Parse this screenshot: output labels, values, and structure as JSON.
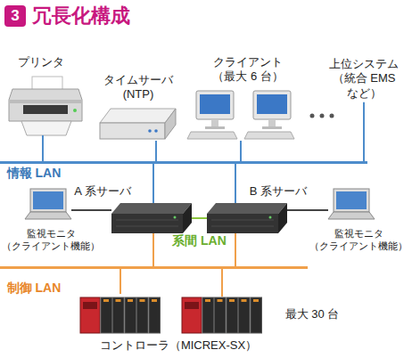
{
  "diagram": {
    "title": "冗長化構成",
    "nodes": [
      {
        "text": [
          "プリンタ"
        ]
      },
      {
        "text": [
          "タイムサーバ (NTP)"
        ]
      },
      {
        "text": [
          "クライアント （最大 6 台）"
        ]
      },
      {
        "text": [
          "上位システム （統合 EMS など）"
        ]
      },
      {
        "text": [
          "情報 LAN"
        ]
      },
      {
        "text": [
          "A 系サーバ"
        ]
      },
      {
        "text": [
          "B 系サーバ"
        ]
      },
      {
        "text": [
          "監視モニタ （クライアント機能）"
        ]
      },
      {
        "text": [
          "監視モニタ （クライアント機能）"
        ]
      },
      {
        "text": [
          "制御 LAN"
        ]
      },
      {
        "text": [
          "コントローラ（MICREX-SX）",
          "最大 30 台"
        ]
      }
    ],
    "edges": [
      {
        "from": 0,
        "to": 4,
        "arrow": "none"
      },
      {
        "from": 1,
        "to": 4,
        "arrow": "none"
      },
      {
        "from": 2,
        "to": 4,
        "arrow": "none"
      },
      {
        "from": 3,
        "to": 4,
        "arrow": "none"
      },
      {
        "from": 5,
        "to": 4,
        "arrow": "none"
      },
      {
        "from": 6,
        "to": 4,
        "arrow": "none"
      },
      {
        "from": 5,
        "to": 6,
        "label": "系間 LAN",
        "arrow": "none"
      },
      {
        "from": 7,
        "to": 5,
        "arrow": "none"
      },
      {
        "from": 6,
        "to": 8,
        "arrow": "none"
      },
      {
        "from": 5,
        "to": 9,
        "arrow": "none"
      },
      {
        "from": 6,
        "to": 9,
        "arrow": "none"
      },
      {
        "from": 10,
        "to": 9,
        "arrow": "none"
      }
    ],
    "labels": [
      "3"
    ]
  }
}
